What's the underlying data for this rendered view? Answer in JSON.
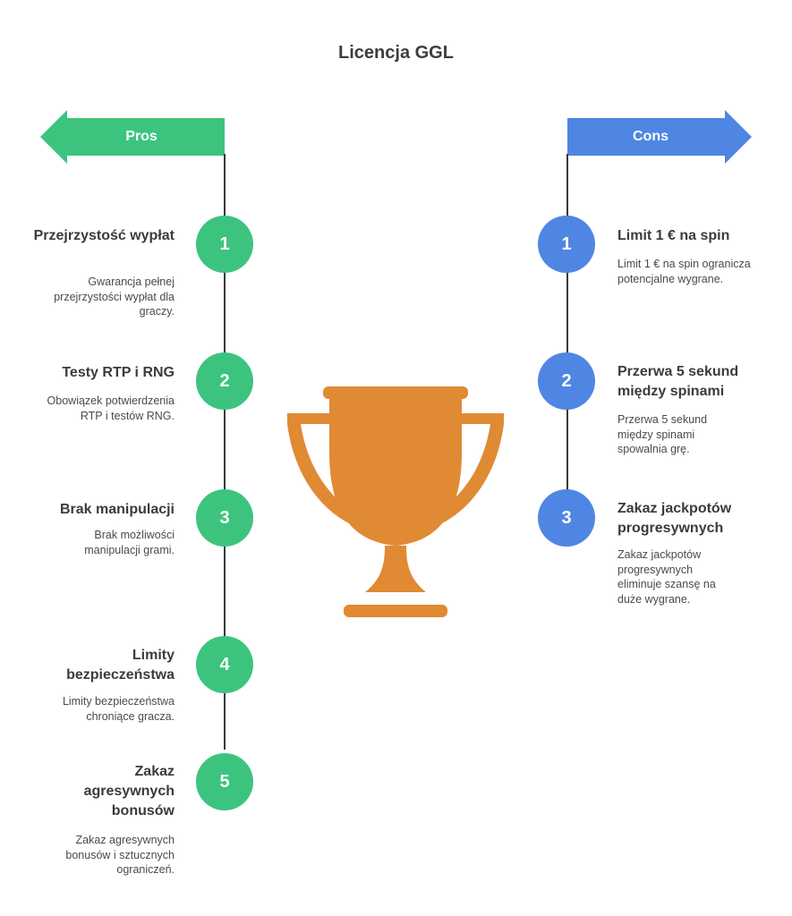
{
  "title": "Licencja GGL",
  "pros": {
    "label": "Pros",
    "color": "#3cc47f",
    "items": [
      {
        "num": "1",
        "title": "Przejrzystość wypłat",
        "desc": "Gwarancja pełnej przejrzystości wypłat dla graczy."
      },
      {
        "num": "2",
        "title": "Testy RTP i RNG",
        "desc": "Obowiązek potwierdzenia RTP i testów RNG."
      },
      {
        "num": "3",
        "title": "Brak manipulacji",
        "desc": "Brak możliwości manipulacji grami."
      },
      {
        "num": "4",
        "title": "Limity bezpieczeństwa",
        "desc": "Limity bezpieczeństwa chroniące gracza."
      },
      {
        "num": "5",
        "title": "Zakaz agresywnych bonusów",
        "desc": "Zakaz agresywnych bonusów i sztucznych ograniczeń."
      }
    ]
  },
  "cons": {
    "label": "Cons",
    "color": "#4f86e3",
    "items": [
      {
        "num": "1",
        "title": "Limit 1 € na spin",
        "desc": "Limit 1 € na spin ogranicza potencjalne wygrane."
      },
      {
        "num": "2",
        "title": "Przerwa 5 sekund między spinami",
        "desc": "Przerwa 5 sekund między spinami spowalnia grę."
      },
      {
        "num": "3",
        "title": "Zakaz jackpotów progresywnych",
        "desc": "Zakaz jackpotów progresywnych eliminuje szansę na duże wygrane."
      }
    ]
  },
  "trophy_color": "#e08a33",
  "trophy_icon": "trophy-icon"
}
